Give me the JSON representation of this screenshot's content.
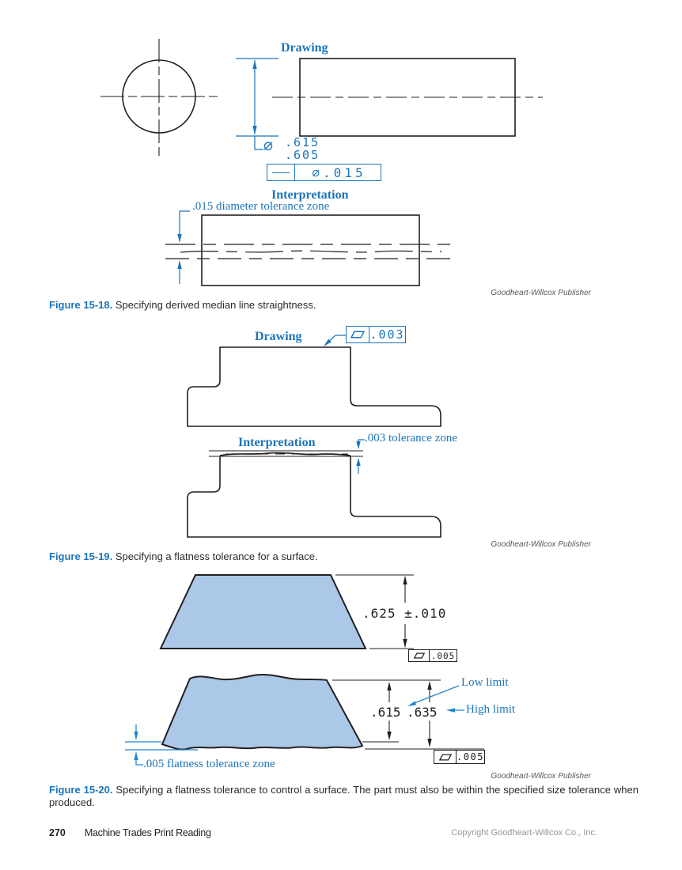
{
  "figure_15_18": {
    "drawing_label": "Drawing",
    "interpretation_label": "Interpretation",
    "diameter_symbol": "∅",
    "size_limit_upper": ".615",
    "size_limit_lower": ".605",
    "fcf_symbol": "straightness",
    "fcf_value": "∅.015",
    "zone_label": ".015 diameter tolerance zone",
    "credit": "Goodheart-Willcox Publisher",
    "caption_number": "Figure 15-18.",
    "caption_text": "Specifying derived median line straightness."
  },
  "figure_15_19": {
    "drawing_label": "Drawing",
    "interpretation_label": "Interpretation",
    "fcf_symbol": "flatness",
    "fcf_value": ".003",
    "zone_label": ".003 tolerance zone",
    "credit": "Goodheart-Willcox Publisher",
    "caption_number": "Figure 15-19.",
    "caption_text": "Specifying a flatness tolerance for a surface."
  },
  "figure_15_20": {
    "size_dimension": ".625 ±.010",
    "low_limit_value": ".615",
    "high_limit_value": ".635",
    "low_limit_label": "Low limit",
    "high_limit_label": "High limit",
    "fcf_symbol": "flatness",
    "fcf_value_top": ".005",
    "fcf_value_bottom": ".005",
    "zone_label": ".005 flatness tolerance zone",
    "credit": "Goodheart-Willcox Publisher",
    "caption_number": "Figure 15-20.",
    "caption_text": "Specifying a flatness tolerance to control a surface. The part must also be within the specified size tolerance when produced."
  },
  "footer": {
    "page_number": "270",
    "book_title": "Machine Trades Print Reading",
    "copyright": "Copyright Goodheart-Willcox Co., Inc."
  },
  "colors": {
    "accent_blue": "#1b75bc",
    "leader_blue": "#2287cf",
    "part_fill_blue": "#abc8e8",
    "ink_black": "#231f20"
  }
}
